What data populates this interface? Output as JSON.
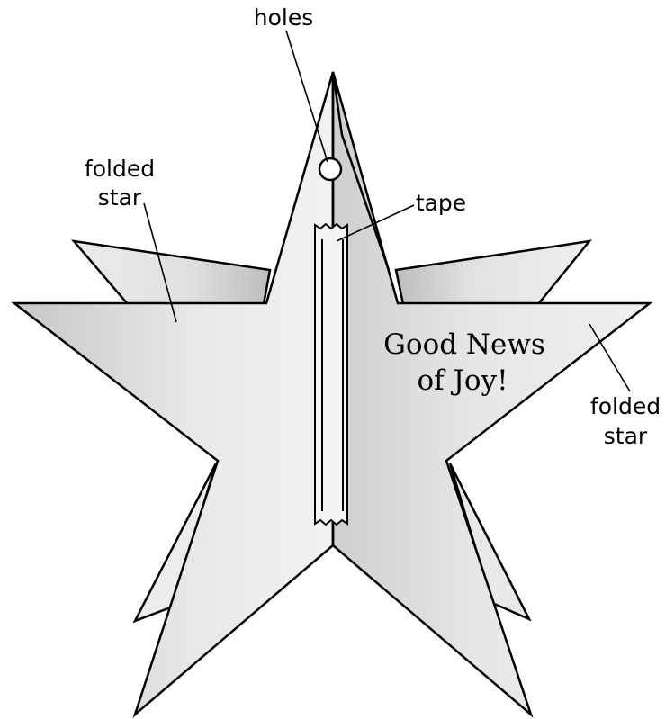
{
  "labels": {
    "holes": "holes",
    "tape": "tape",
    "folded_star_left_1": "folded",
    "folded_star_left_2": "star",
    "folded_star_right_1": "folded",
    "folded_star_right_2": "star"
  },
  "message": {
    "line1": "Good News",
    "line2": "of Joy!"
  },
  "colors": {
    "paper_light": "#efefef",
    "paper_shade": "#c4c4c4",
    "outline": "#000000"
  }
}
